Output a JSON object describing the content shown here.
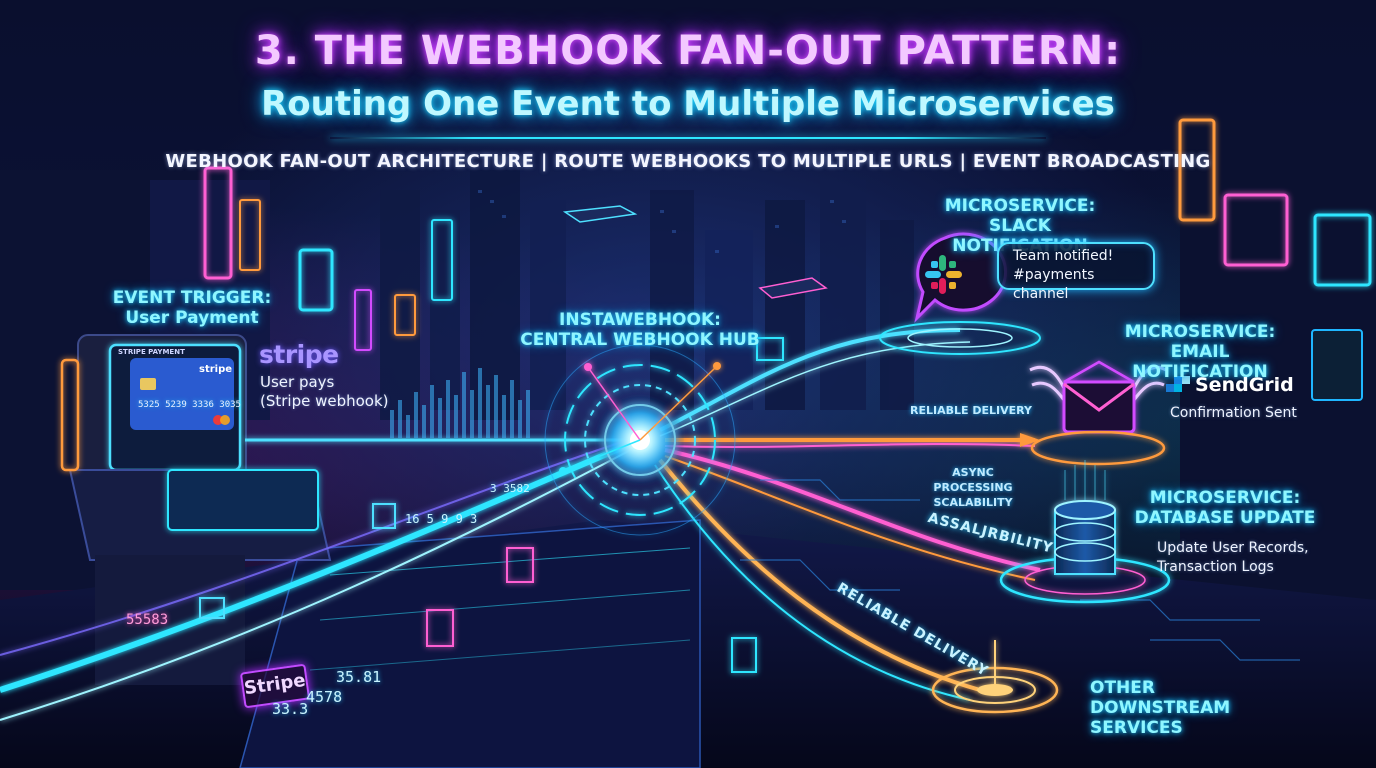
{
  "header": {
    "title": "3. THE WEBHOOK FAN-OUT PATTERN:",
    "subtitle": "Routing One Event to Multiple Microservices",
    "tagline": "WEBHOOK FAN-OUT ARCHITECTURE | ROUTE WEBHOOKS TO MULTIPLE URLS | EVENT BROADCASTING"
  },
  "trigger": {
    "heading_line1": "EVENT TRIGGER:",
    "heading_line2": "User Payment",
    "logo": "stripe",
    "desc_line1": "User pays",
    "desc_line2": "(Stripe webhook)",
    "card_brand": "stripe",
    "card_number": "5325 5239 3336 3035",
    "terminal_sign": "STRIPE PAYMENT",
    "tag": "Stripe"
  },
  "hub": {
    "heading_line1": "INSTAWEBHOOK:",
    "heading_line2": "CENTRAL WEBHOOK HUB"
  },
  "flows": {
    "reliable_small": "RELIABLE DELIVERY",
    "async_line1": "ASYNC PROCESSING",
    "async_line2": "SCALABILITY",
    "scalability_big": "ASSALJRBILITY",
    "reliable_big": "RELIABLE DELIVERY"
  },
  "slack": {
    "heading_line1": "MICROSERVICE:",
    "heading_line2": "SLACK NOTIFICATION",
    "bubble_line1": "Team notified!",
    "bubble_line2": "#payments channel"
  },
  "email": {
    "heading_line1": "MICROSERVICE:",
    "heading_line2": "EMAIL NOTIFICATION",
    "logo": "SendGrid",
    "desc": "Confirmation Sent"
  },
  "database": {
    "heading_line1": "MICROSERVICE:",
    "heading_line2": "DATABASE UPDATE",
    "desc_line1": "Update User Records,",
    "desc_line2": "Transaction Logs"
  },
  "other": {
    "line1": "OTHER",
    "line2": "DOWNSTREAM",
    "line3": "SERVICES"
  },
  "readouts": {
    "r1": "55583",
    "r2": "33.3",
    "r3": "4578",
    "r4": "35.81",
    "r5": "16 5 9 9 3",
    "r6": "3 3582"
  },
  "colors": {
    "magenta": "#d24bff",
    "cyan": "#2ee6ff",
    "orange": "#ff9a3c",
    "pink": "#ff5fd2",
    "navy": "#070a1c"
  }
}
